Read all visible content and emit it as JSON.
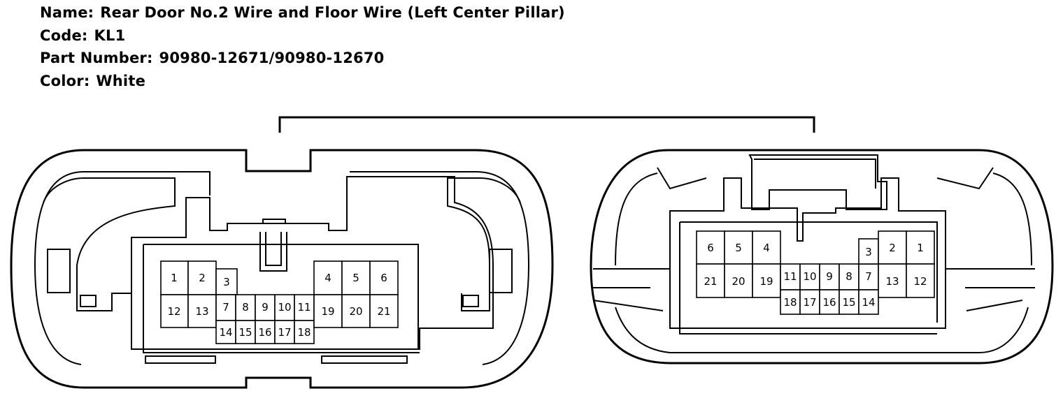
{
  "header": {
    "name_label": "Name:",
    "name_value": "Rear Door No.2 Wire and Floor Wire (Left Center Pillar)",
    "code_label": "Code:",
    "code_value": "KL1",
    "part_label": "Part Number:",
    "part_value": "90980-12671/90980-12670",
    "color_label": "Color:",
    "color_value": "White"
  },
  "left_connector": {
    "pins": [
      "1",
      "2",
      "3",
      "4",
      "5",
      "6",
      "7",
      "8",
      "9",
      "10",
      "11",
      "12",
      "13",
      "14",
      "15",
      "16",
      "17",
      "18",
      "19",
      "20",
      "21"
    ]
  },
  "right_connector": {
    "pins": [
      "1",
      "2",
      "3",
      "4",
      "5",
      "6",
      "7",
      "8",
      "9",
      "10",
      "11",
      "12",
      "13",
      "14",
      "15",
      "16",
      "17",
      "18",
      "19",
      "20",
      "21"
    ]
  }
}
